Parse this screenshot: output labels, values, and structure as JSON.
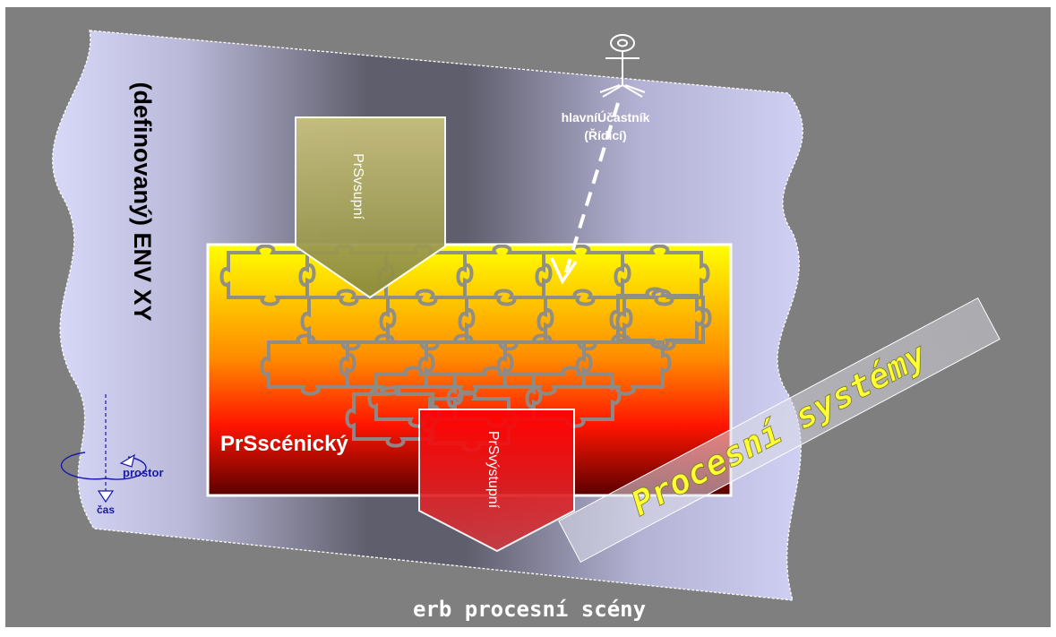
{
  "colors": {
    "background": "#7f7f7f",
    "env_band_edge": "#d8d8f8",
    "env_band_center": "#5e5d6b",
    "scene_top": "#ffff00",
    "scene_bottom": "#5a0000",
    "input_top": "#c8c080",
    "input_bottom": "#8a8a3c",
    "output_top": "#ff0000",
    "output_bottom": "#c83a40",
    "procesni_text": "#ffff33",
    "legend_blue": "#1a1aa8"
  },
  "labels": {
    "env_label": "(definovaný) ENV XY",
    "actor_name": "hlavníÚčastník",
    "actor_role": "(Řídící)",
    "input_arrow": "PrSvsupní",
    "scene_label": "PrSscénický",
    "output_arrow": "PrSvýstupní",
    "procesni_label": "Procesní systémy",
    "legend_prostor": "prostor",
    "legend_cas": "čas",
    "caption": "erb procesní scény"
  },
  "icons": {
    "actor": "stick-figure-actor-icon",
    "puzzle": "puzzle-pieces-icon",
    "legend": "space-time-axis-icon"
  }
}
